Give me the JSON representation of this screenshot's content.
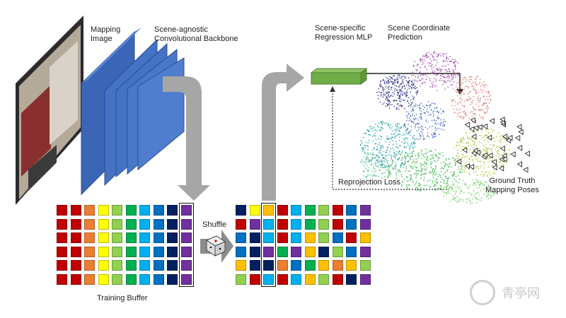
{
  "labels": {
    "mapping_image": "Mapping\nImage",
    "backbone": "Scene-agnostic\nConvolutional Backbone",
    "mlp": "Scene-specific\nRegression MLP",
    "prediction": "Scene Coordinate\nPrediction",
    "shuffle": "Shuffle",
    "training_buffer": "Training Buffer",
    "reprojection_loss": "Reprojection Loss",
    "ground_truth": "Ground Truth\nMapping Poses"
  },
  "watermark": "青亭网",
  "colors": {
    "backbone_blue": "#4472c4",
    "mlp_green": "#70ad47",
    "arrow_gray": "#a6a6a6",
    "red": "#c00000",
    "orange": "#ed7d31",
    "yellow": "#ffff00",
    "light_green": "#92d050",
    "green": "#00b050",
    "light_blue": "#00b0f0",
    "blue": "#0070c0",
    "dark_navy": "#002060",
    "purple": "#7030a0",
    "amber": "#ffc000"
  },
  "buffer_columns": [
    "red",
    "red",
    "orange",
    "yellow",
    "light_green",
    "green",
    "light_blue",
    "blue",
    "dark_navy",
    "purple"
  ],
  "shuffled_grid": [
    [
      "dark_navy",
      "yellow",
      "amber",
      "red",
      "light_blue",
      "green",
      "light_green",
      "red",
      "blue",
      "purple"
    ],
    [
      "red",
      "purple",
      "light_blue",
      "red",
      "light_blue",
      "green",
      "light_green",
      "red",
      "blue",
      "purple"
    ],
    [
      "blue",
      "dark_navy",
      "light_blue",
      "red",
      "light_blue",
      "amber",
      "light_green",
      "blue",
      "red",
      "amber"
    ],
    [
      "blue",
      "dark_navy",
      "purple",
      "green",
      "purple",
      "amber",
      "dark_navy",
      "light_green",
      "blue",
      "purple"
    ],
    [
      "amber",
      "dark_navy",
      "dark_navy",
      "orange",
      "blue",
      "green",
      "amber",
      "orange",
      "amber",
      "light_green"
    ],
    [
      "light_green",
      "red",
      "light_blue",
      "red",
      "light_blue",
      "amber",
      "light_green",
      "red",
      "dark_navy",
      "purple"
    ]
  ]
}
